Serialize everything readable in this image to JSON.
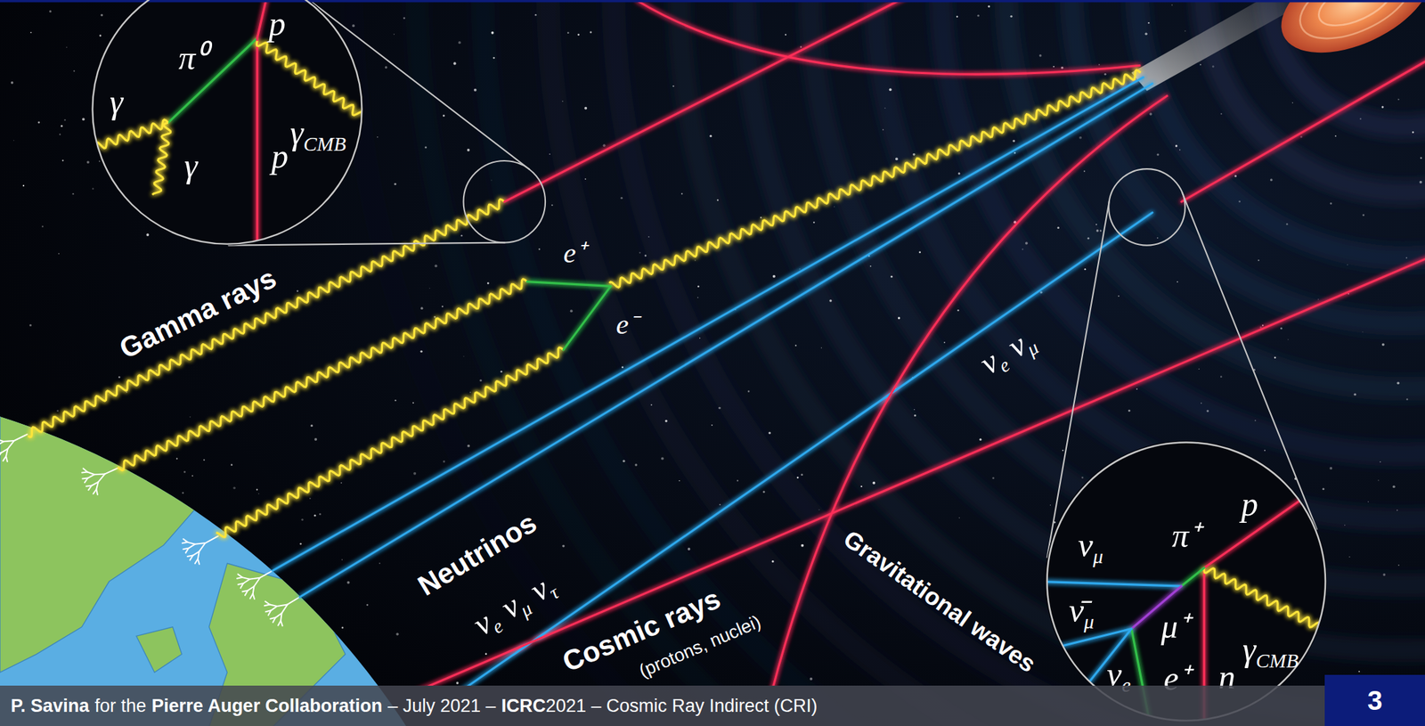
{
  "diagram": {
    "nodes": [
      {
        "text": [
          "p",
          "π⁰",
          "γ",
          "γ",
          "CMB",
          "p",
          "γ"
        ]
      },
      {
        "text": [
          "ν",
          "μ",
          "π⁺",
          "p",
          "ν̄",
          "μ",
          "μ⁺",
          "γ",
          "CMB",
          "ν",
          "e",
          "e⁺",
          "n"
        ]
      }
    ],
    "labels": [
      "Gamma rays",
      "e⁺",
      "e⁻",
      "ν",
      "e",
      "ν",
      "μ",
      "Neutrinos",
      "ν",
      "e",
      "ν",
      "μ",
      "ν",
      "τ",
      "Cosmic rays",
      "(protons, nuclei)",
      "Gravitational waves",
      "P. Savina",
      "for the",
      "Pierre Auger Collaboration",
      "– July 2021 –",
      "ICRC",
      "2021 – Cosmic Ray Indirect (CRI)",
      "3"
    ]
  }
}
